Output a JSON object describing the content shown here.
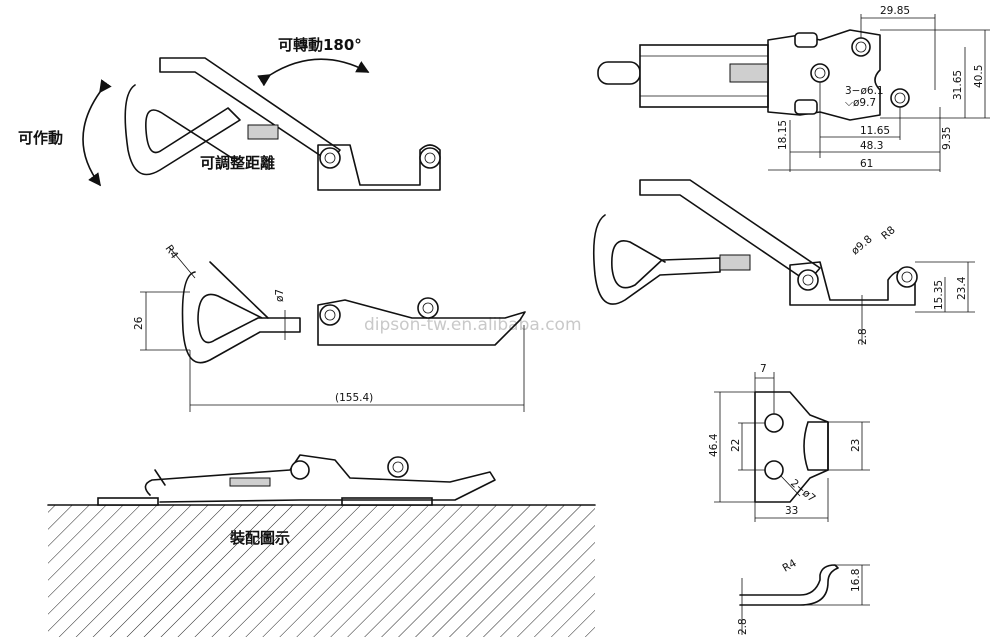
{
  "labels": {
    "rotate_180": "可轉動180°",
    "movable": "可作動",
    "adjustable_distance": "可調整距離",
    "assembly_diagram": "裝配圖示",
    "watermark": "dipson-tw.en.alibaba.com"
  },
  "dimensions": {
    "top_view": {
      "width_29_85": "29.85",
      "height_40_5": "40.5",
      "height_31_65": "31.65",
      "hole_spec_1": "3−ø6.1",
      "hole_spec_2": "⌵ø9.7",
      "w_11_65": "11.65",
      "w_48_3": "48.3",
      "w_61": "61",
      "h_18_15": "18.15",
      "h_9_35": "9.35"
    },
    "front_view": {
      "radius_r4": "R4",
      "dia_7": "ø7",
      "height_26": "26",
      "length_155_4": "(155.4)"
    },
    "side_view": {
      "dia_9_8": "ø9.8",
      "radius_r8": "R8",
      "h_15_35": "15.35",
      "h_23_4": "23.4",
      "thick_2_8": "2.8"
    },
    "base_plate": {
      "w_7": "7",
      "h_46_4": "46.4",
      "h_22": "22",
      "h_23": "23",
      "holes": "2−ø7",
      "w_33": "33"
    },
    "catch_plate": {
      "radius_r4": "R4",
      "h_16_8": "16.8",
      "thick_2_8": "2.8"
    }
  }
}
